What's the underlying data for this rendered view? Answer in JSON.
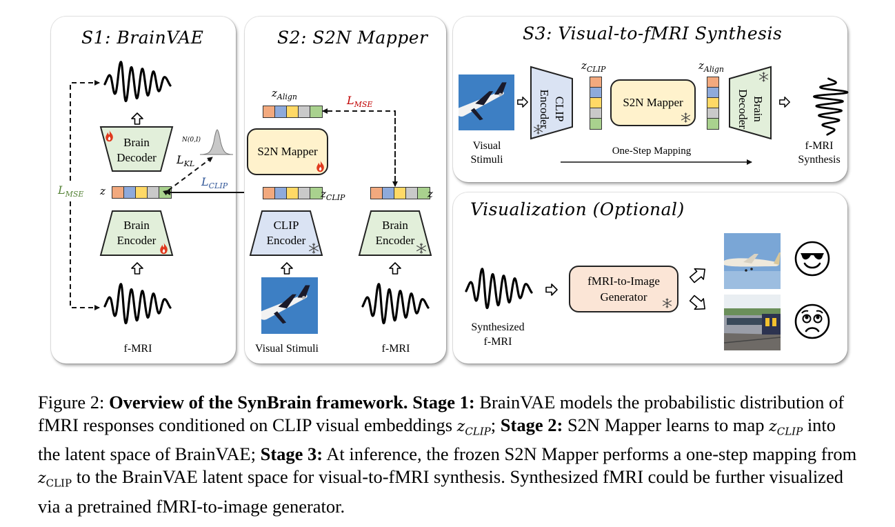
{
  "colors": {
    "latent_cells": [
      "#f2a97e",
      "#8eaadb",
      "#ffd966",
      "#c9c9c9",
      "#a9d18e"
    ],
    "encoder_green": "#e2efda",
    "clip_blue": "#dae3f3",
    "mapper_yellow": "#fff2cc",
    "generator_peach": "#fbe5d6",
    "lmse_green": "#548235",
    "lmse_red": "#c00000",
    "lclip_blue": "#2f5597",
    "flame": "#e03a1e"
  },
  "s1": {
    "title": "S1: BrainVAE",
    "decoder": [
      "Brain",
      "Decoder"
    ],
    "encoder": [
      "Brain",
      "Encoder"
    ],
    "z_label": "z",
    "normal_label": "N(0,I)",
    "l_kl": {
      "main": "L",
      "sub": "KL"
    },
    "l_clip": {
      "main": "L",
      "sub": "CLIP"
    },
    "l_mse": {
      "main": "L",
      "sub": "MSE"
    },
    "fmri_label": "f-MRI"
  },
  "s2": {
    "title": "S2: S2N Mapper",
    "z_align": {
      "main": "z",
      "sub": "Align"
    },
    "l_mse": {
      "main": "L",
      "sub": "MSE"
    },
    "mapper": "S2N Mapper",
    "z_clip": {
      "main": "z",
      "sub": "CLIP"
    },
    "z_label": "z",
    "clip_encoder": [
      "CLIP",
      "Encoder"
    ],
    "brain_encoder": [
      "Brain",
      "Encoder"
    ],
    "visual_stimuli": "Visual Stimuli",
    "fmri_label": "f-MRI"
  },
  "s3": {
    "title": "S3: Visual-to-fMRI Synthesis",
    "visual_stimuli": [
      "Visual",
      "Stimuli"
    ],
    "clip_encoder": [
      "CLIP",
      "Encoder"
    ],
    "z_clip": {
      "main": "z",
      "sub": "CLIP"
    },
    "mapper": "S2N Mapper",
    "z_align": {
      "main": "z",
      "sub": "Align"
    },
    "brain_decoder": [
      "Brain",
      "Decoder"
    ],
    "one_step": "One-Step Mapping",
    "output": [
      "f-MRI",
      "Synthesis"
    ]
  },
  "viz": {
    "title": "Visualization (Optional)",
    "input": [
      "Synthesized",
      "f-MRI"
    ],
    "generator": [
      "fMRI-to-Image",
      "Generator"
    ],
    "outcomes": [
      "good-reconstruction",
      "poor-reconstruction"
    ]
  },
  "caption": {
    "fig": "Figure 2:",
    "bold_title": "Overview of the SynBrain framework.",
    "stage1_label": "Stage 1:",
    "stage1_text": "BrainVAE models the probabilistic distribution of fMRI responses conditioned on CLIP visual embeddings",
    "zclip_sub": "CLIP",
    "z": "z",
    "semicolon": ";",
    "stage2_label": "Stage 2:",
    "stage2_text_a": "S2N Mapper learns to map",
    "stage2_text_b": "into the latent space of BrainVAE;",
    "stage3_label": "Stage 3:",
    "stage3_text_a": "At inference, the frozen S2N Mapper performs a one-step mapping from",
    "stage3_text_b": "to the BrainVAE latent space for visual-to-fMRI synthesis. Synthesized fMRI could be further visualized via a pretrained fMRI-to-image generator."
  }
}
